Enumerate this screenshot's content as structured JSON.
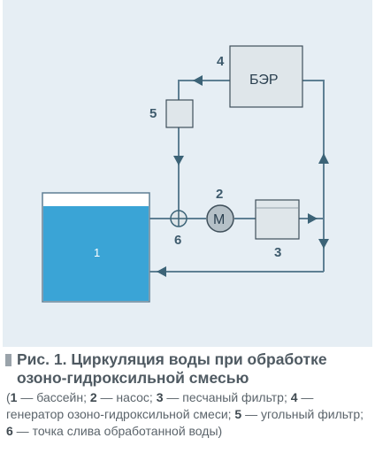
{
  "diagram": {
    "components": {
      "pool": {
        "number": "1"
      },
      "pump": {
        "number": "2",
        "symbol": "М"
      },
      "sand_filter": {
        "number": "3"
      },
      "ozone_generator": {
        "number": "4",
        "label": "БЭР"
      },
      "carbon_filter": {
        "number": "5"
      },
      "drain_point": {
        "number": "6"
      }
    },
    "colors": {
      "background": "#e6eef4",
      "line": "#5e7f93",
      "arrow": "#3c6377",
      "water": "#3aa4d6",
      "box_fill": "#dfe6ea"
    }
  },
  "caption": {
    "title": "Рис. 1. Циркуляция воды при обработке озоно-гидроксильной смесью",
    "legend": [
      {
        "num": "1",
        "text": " — бассейн; "
      },
      {
        "num": "2",
        "text": " — насос; "
      },
      {
        "num": "3",
        "text": " — песчаный фильтр; "
      },
      {
        "num": "4",
        "text": " — генератор озоно-гидроксильной смеси; "
      },
      {
        "num": "5",
        "text": " — угольный фильтр; "
      },
      {
        "num": "6",
        "text": " — точка слива обработанной воды)"
      }
    ]
  }
}
